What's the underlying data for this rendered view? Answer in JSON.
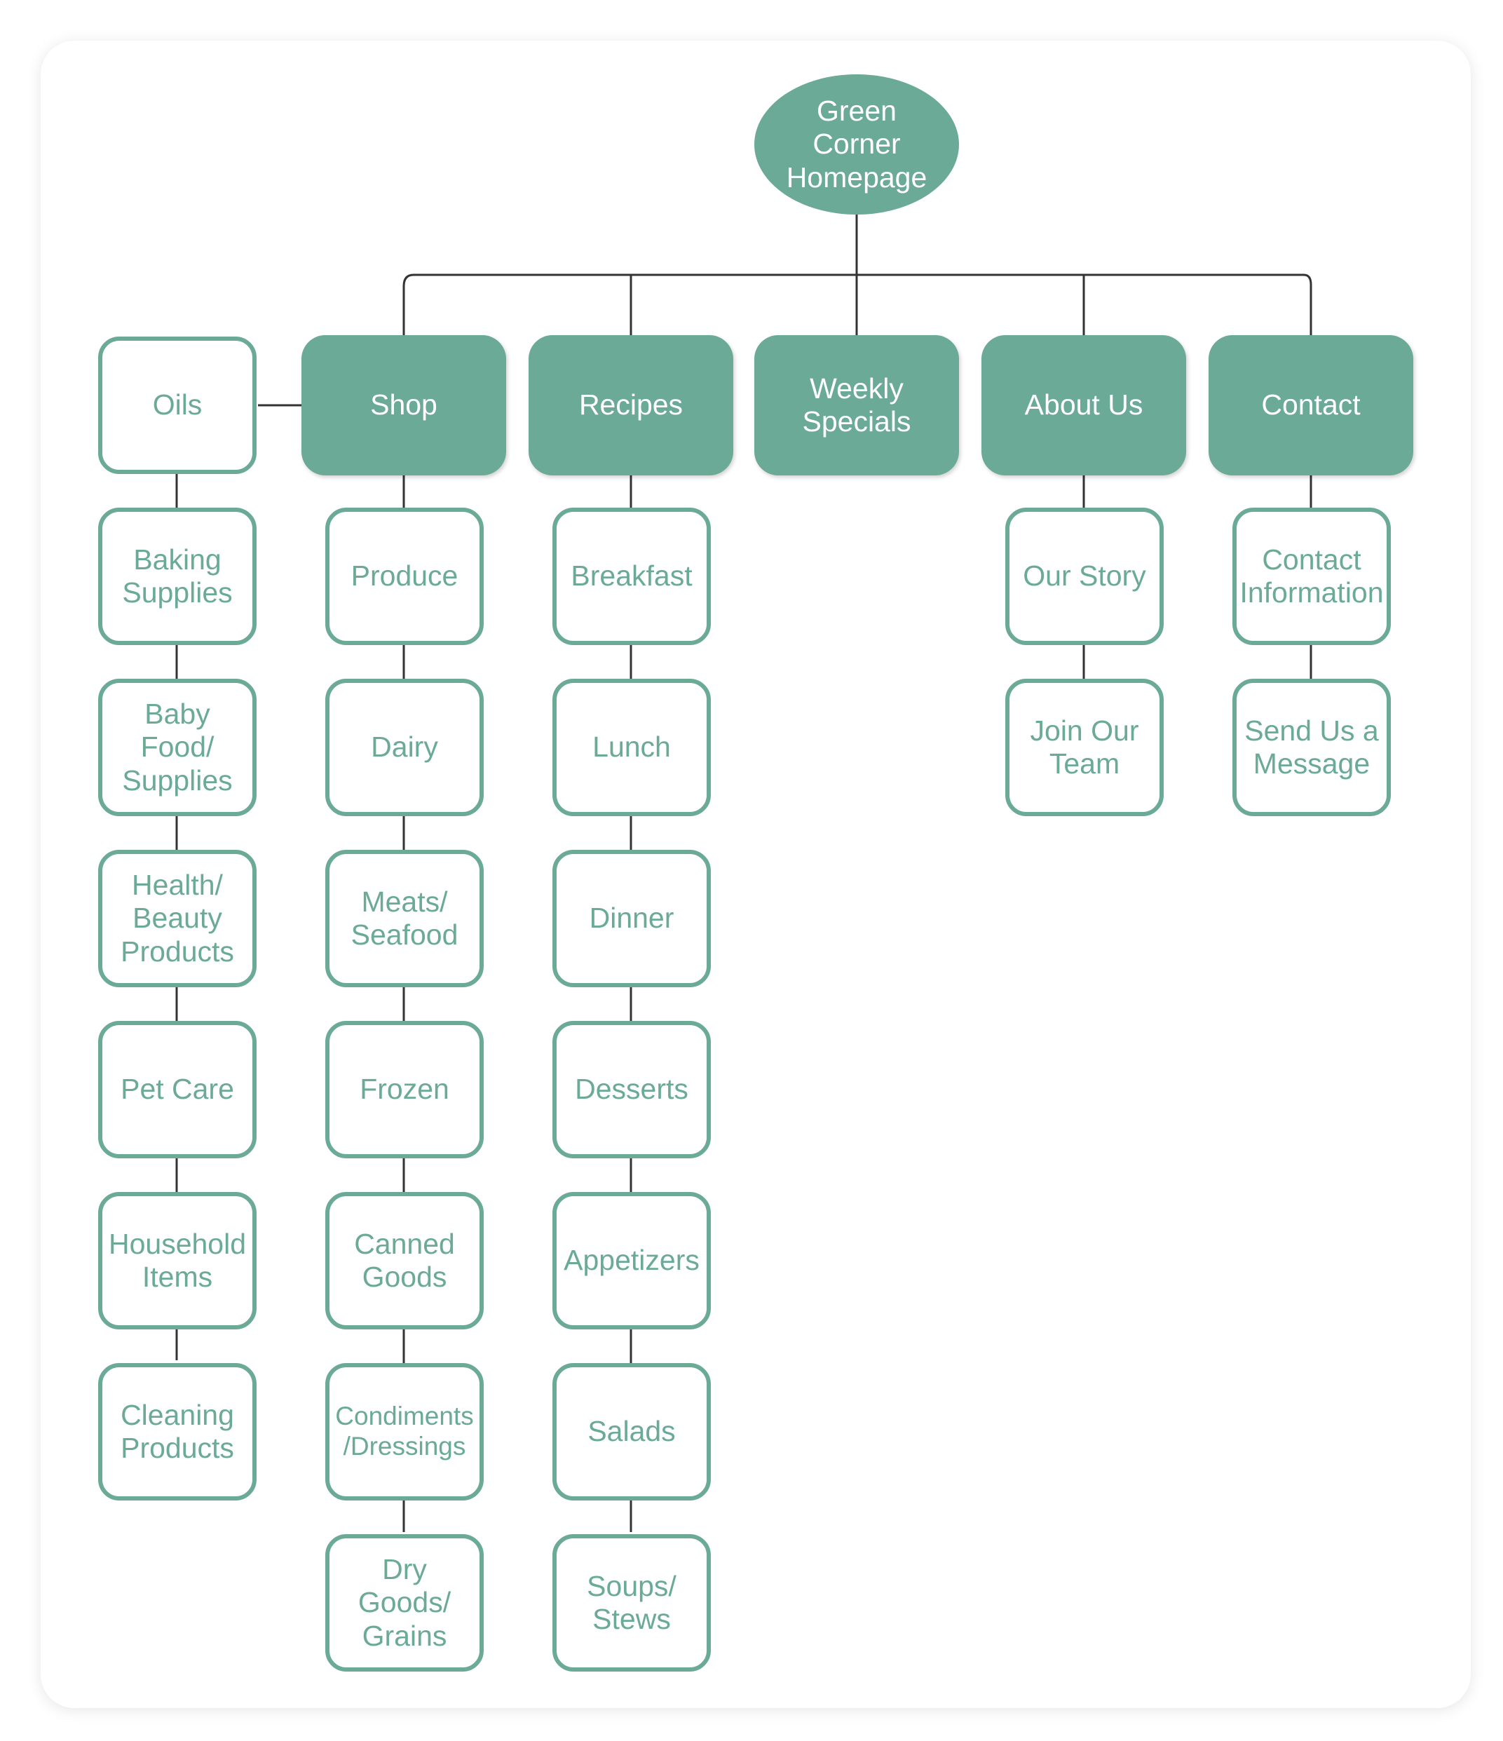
{
  "colors": {
    "accent": "#6aaa96",
    "connector": "#333333",
    "card": "#ffffff"
  },
  "root": {
    "label": "Green\nCorner\nHomepage"
  },
  "categories": [
    {
      "label": "Shop",
      "children": [
        "Produce",
        "Dairy",
        "Meats/\nSeafood",
        "Frozen",
        "Canned\nGoods",
        "Condiments\n/Dressings",
        "Dry\nGoods/\nGrains"
      ]
    },
    {
      "label": "Recipes",
      "children": [
        "Breakfast",
        "Lunch",
        "Dinner",
        "Desserts",
        "Appetizers",
        "Salads",
        "Soups/\nStews"
      ]
    },
    {
      "label": "Weekly\nSpecials",
      "children": []
    },
    {
      "label": "About Us",
      "children": [
        "Our Story",
        "Join Our\nTeam"
      ]
    },
    {
      "label": "Contact",
      "children": [
        "Contact\nInformation",
        "Send Us a\nMessage"
      ]
    }
  ],
  "shop_side_branch": [
    "Oils",
    "Baking\nSupplies",
    "Baby\nFood/\nSupplies",
    "Health/\nBeauty\nProducts",
    "Pet Care",
    "Household\nItems",
    "Cleaning\nProducts"
  ]
}
